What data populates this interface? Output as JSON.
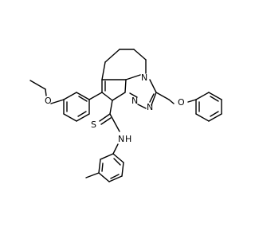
{
  "structure": {
    "atoms": {
      "oxygen_ether_left": "O",
      "oxygen_ether_right": "O",
      "nitrogen_ring_top": "N",
      "nitrogen_ring_bottom_left": "N",
      "nitrogen_ring_bottom_right": "N",
      "nitrogen_amide": "N",
      "hydrogen_amide": "H",
      "sulfur_thioamide": "S"
    },
    "colors": {
      "bond": "#000000",
      "nitrogen": "#1010e0",
      "oxygen": "#e01010",
      "sulfur": "#b0a000"
    }
  }
}
